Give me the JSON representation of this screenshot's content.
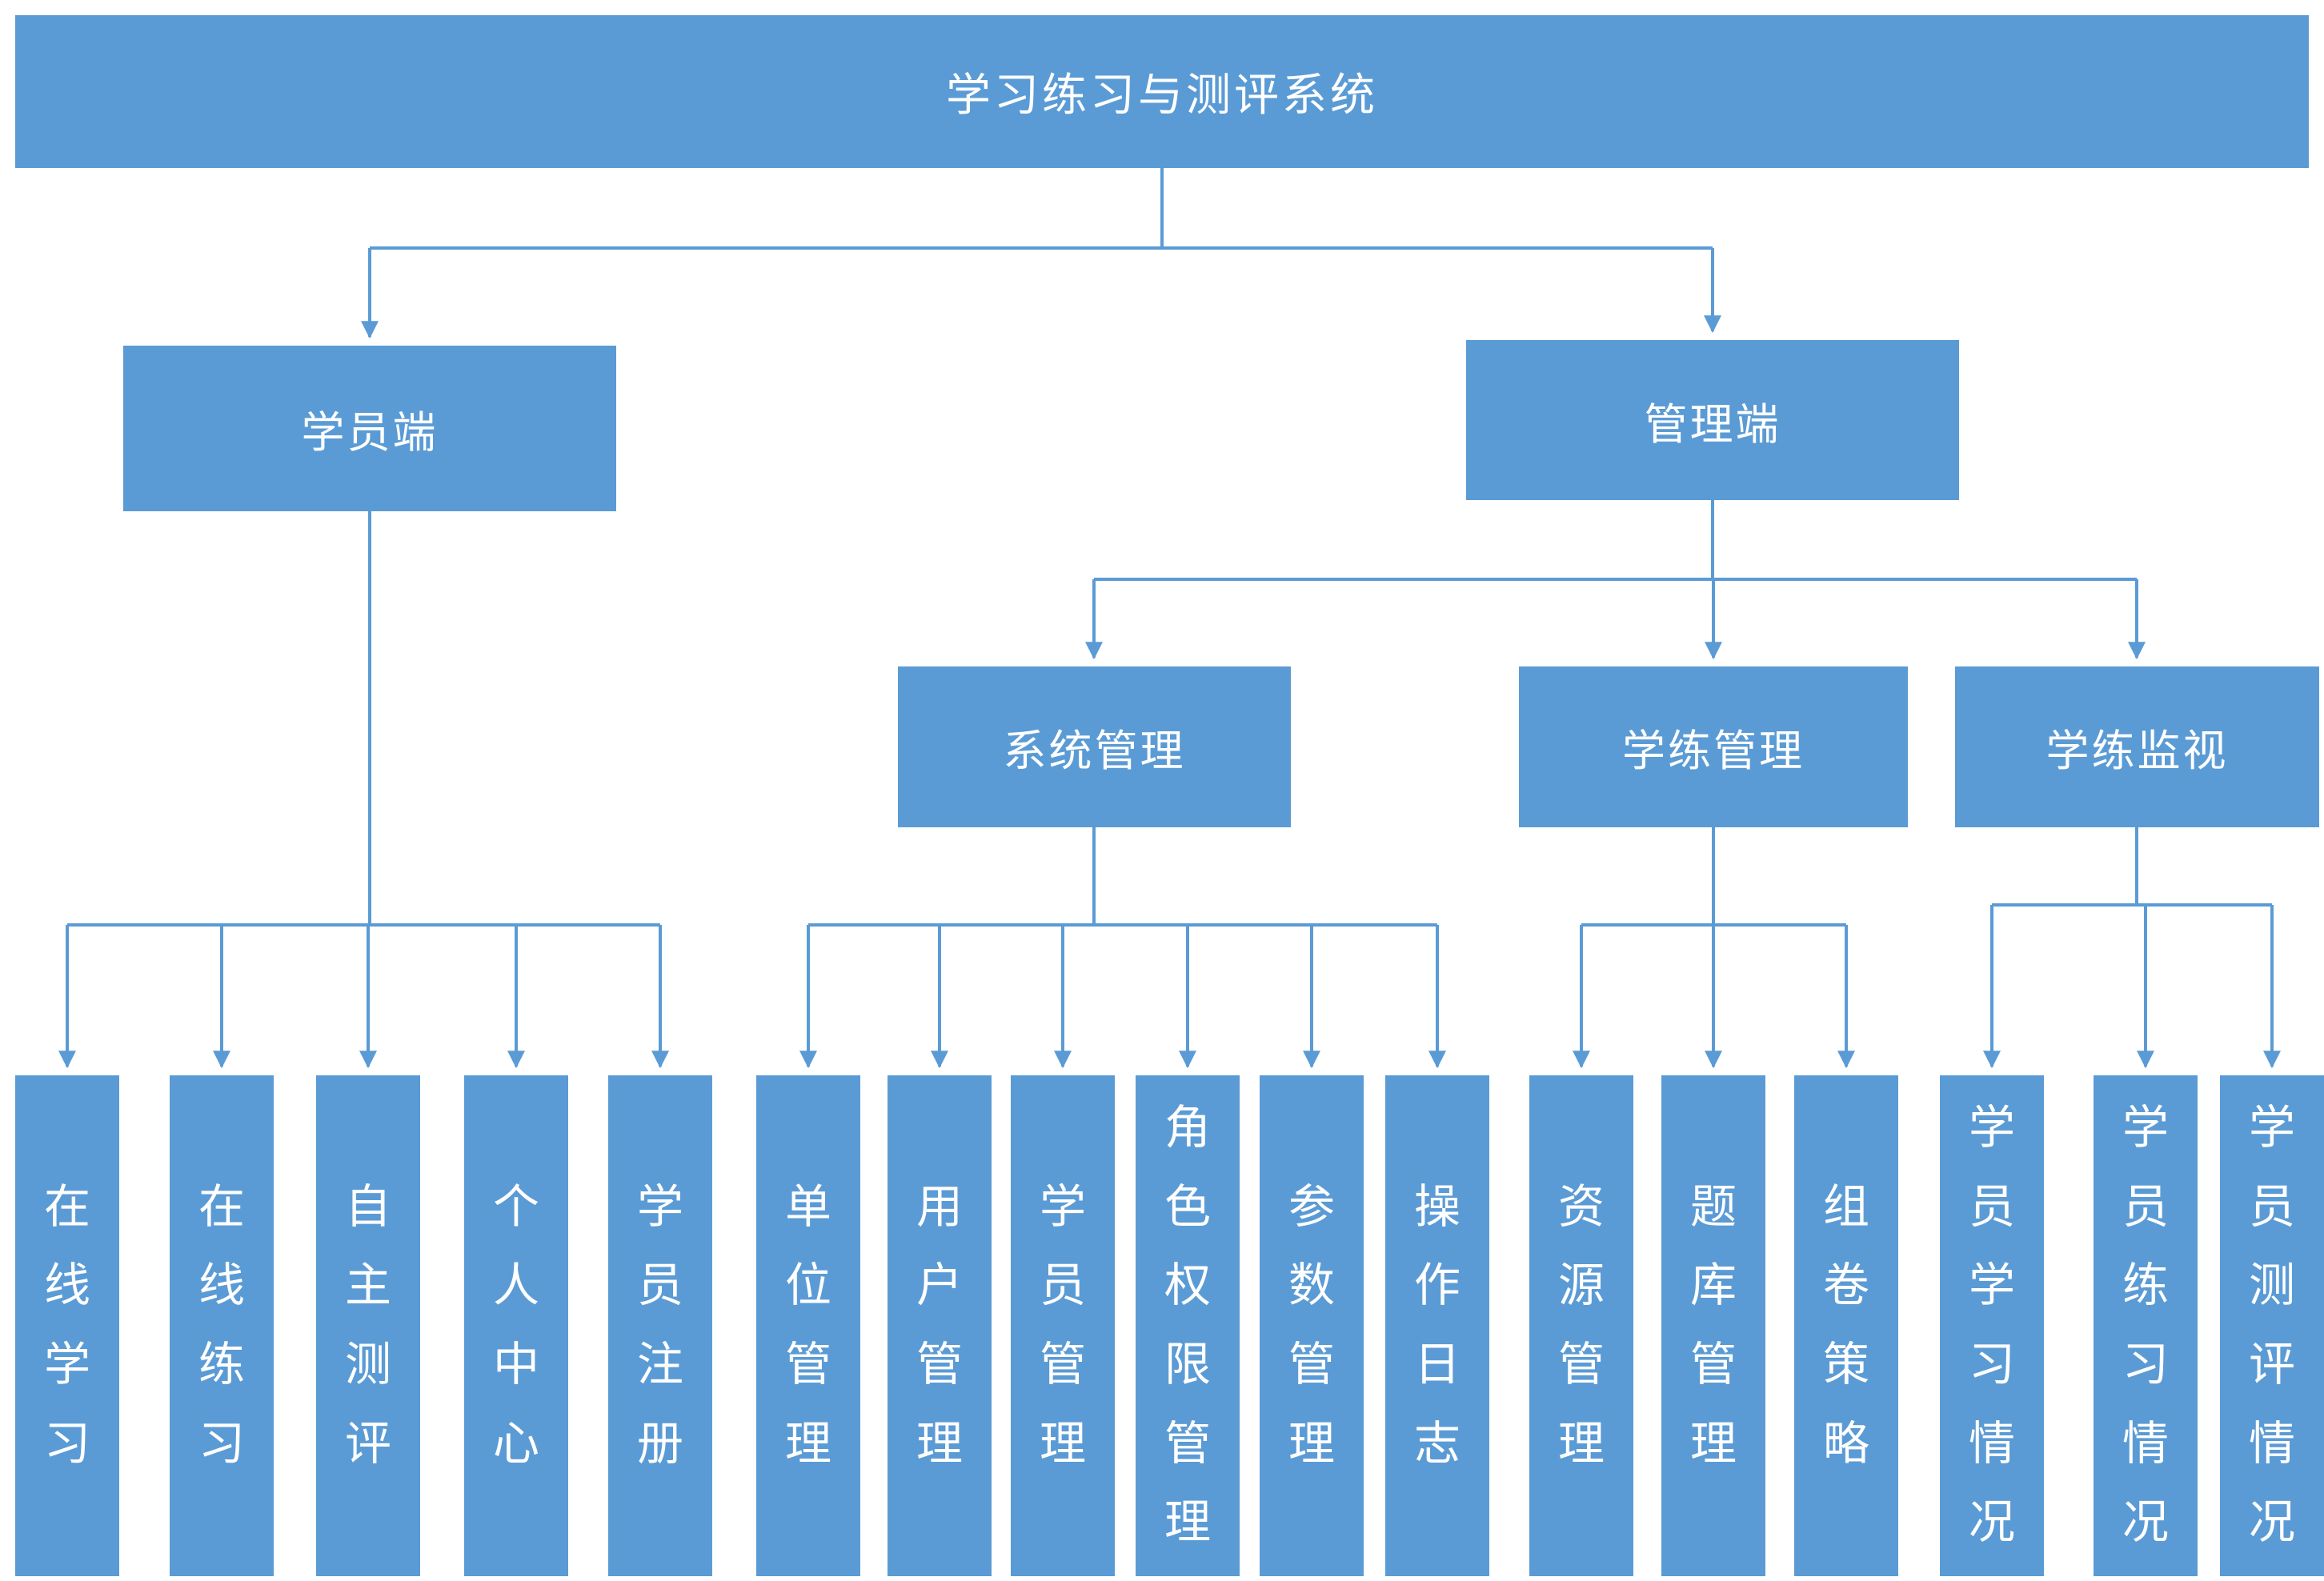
{
  "diagram": {
    "colors": {
      "box": "#5b9bd5",
      "line": "#5b9bd5",
      "text": "#ffffff",
      "background": "#ffffff"
    },
    "nodes": {
      "root": "学习练习与测评系统",
      "student": "学员端",
      "admin": "管理端",
      "system": "系统管理",
      "training": "学练管理",
      "monitor": "学练监视",
      "student_leaves": [
        "在线学习",
        "在线练习",
        "自主测评",
        "个人中心",
        "学员注册"
      ],
      "system_leaves": [
        "单位管理",
        "用户管理",
        "学员管理",
        "角色权限管理",
        "参数管理",
        "操作日志"
      ],
      "training_leaves": [
        "资源管理",
        "题库管理",
        "组卷策略"
      ],
      "monitor_leaves": [
        "学员学习情况",
        "学员练习情况",
        "学员测评情况"
      ]
    }
  }
}
